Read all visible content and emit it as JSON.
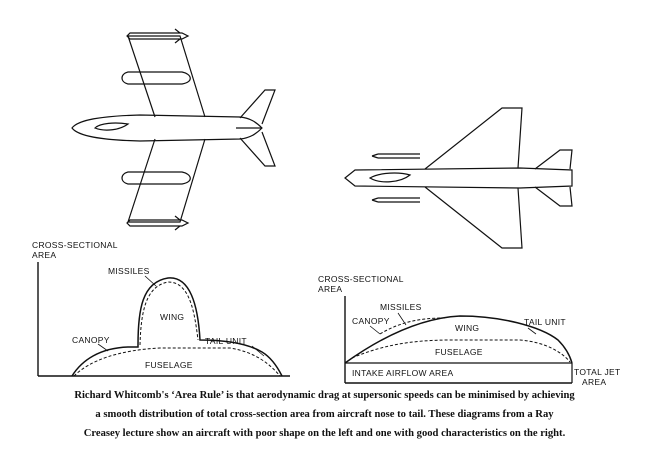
{
  "left_diagram": {
    "axis_label_line1": "CROSS-SECTIONAL",
    "axis_label_line2": "AREA",
    "missiles": "MISSILES",
    "wing": "WING",
    "canopy": "CANOPY",
    "tail_unit": "TAIL UNIT",
    "fuselage": "FUSELAGE"
  },
  "right_diagram": {
    "axis_label_line1": "CROSS-SECTIONAL",
    "axis_label_line2": "AREA",
    "missiles": "MISSILES",
    "wing": "WING",
    "canopy": "CANOPY",
    "tail_unit": "TAIL UNIT",
    "fuselage": "FUSELAGE",
    "intake_airflow_area": "INTAKE AIRFLOW AREA",
    "total_jet_line1": "TOTAL JET",
    "total_jet_line2": "AREA"
  },
  "caption": {
    "line1": "Richard Whitcomb's ‘Area Rule’ is that aerodynamic drag at supersonic speeds can be minimised by achieving",
    "line2": "a smooth distribution of total cross-section area from aircraft nose to tail. These diagrams from a Ray",
    "line3": "Creasey lecture show an aircraft with poor shape on the left and one with good characteristics on the right."
  },
  "colors": {
    "ink": "#111111",
    "background": "#ffffff"
  }
}
